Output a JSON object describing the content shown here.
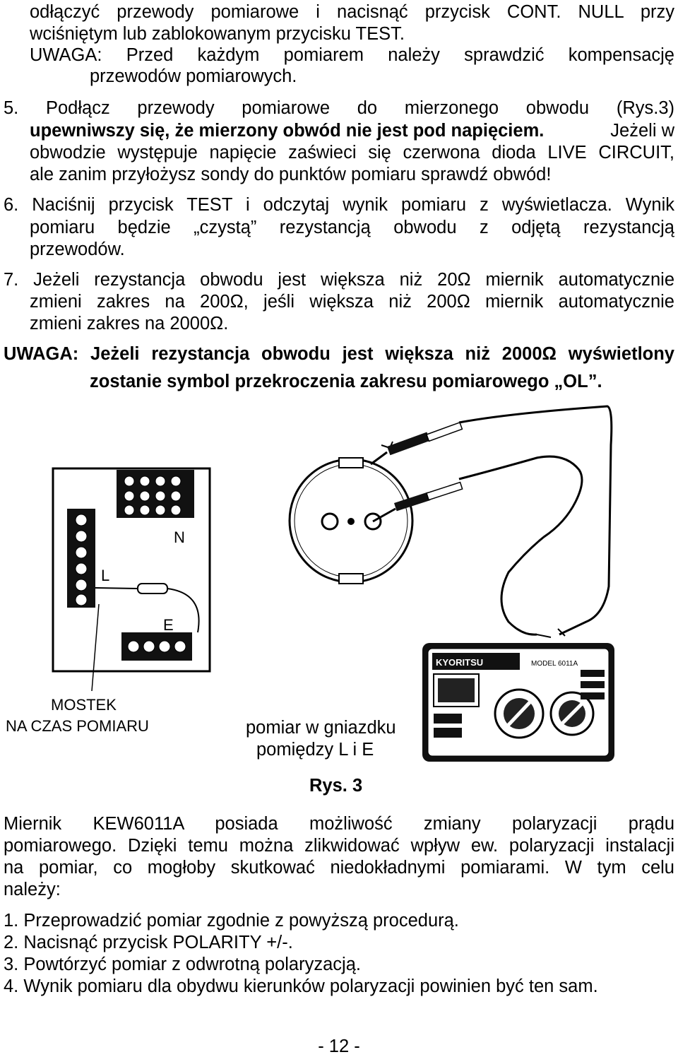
{
  "p4": {
    "line1": "odłączyć przewody pomiarowe i nacisnąć przycisk CONT. NULL przy",
    "line2": "wciśniętym lub zablokowanym przycisku TEST.",
    "note_line1": "UWAGA: Przed każdym pomiarem należy sprawdzić kompensację",
    "note_line2": "przewodów pomiarowych."
  },
  "step5": {
    "line1": "5. Podłącz przewody pomiarowe do mierzonego obwodu (Rys.3)",
    "line2_bold": "upewniwszy się, że mierzony obwód nie jest pod napięciem.",
    "line2_rest": " Jeżeli w",
    "line3": "obwodzie występuje napięcie zaświeci się czerwona dioda LIVE CIRCUIT,",
    "line4": "ale zanim przyłożysz sondy do punktów pomiaru sprawdź obwód!"
  },
  "step6": {
    "line1": "6. Naciśnij przycisk TEST i odczytaj wynik pomiaru z wyświetlacza. Wynik",
    "line2": "pomiaru będzie „czystą” rezystancją obwodu z odjętą rezystancją",
    "line3": "przewodów."
  },
  "step7": {
    "line1": "7. Jeżeli rezystancja obwodu jest większa niż 20Ω miernik automatycznie",
    "line2": "zmieni zakres na 200Ω, jeśli większa niż 200Ω miernik automatycznie",
    "line3": "zmieni zakres na 2000Ω."
  },
  "warning": {
    "line1": "UWAGA: Jeżeli rezystancja obwodu jest większa niż 2000Ω wyświetlony",
    "line2": "zostanie symbol przekroczenia zakresu pomiarowego „OL”."
  },
  "figure": {
    "label_n": "N",
    "label_l": "L",
    "label_e": "E",
    "bridge_line1": "MOSTEK",
    "bridge_line2": "NA CZAS POMIARU",
    "socket_line1": "pomiar w gniazdku",
    "socket_line2": "pomiędzy L i E",
    "caption": "Rys. 3",
    "meter_brand": "KYORITSU",
    "meter_model": "MODEL 6011A"
  },
  "polarity": {
    "line1": "Miernik KEW6011A posiada możliwość zmiany polaryzacji prądu",
    "line2": "pomiarowego. Dzięki temu można zlikwidować wpływ ew. polaryzacji instalacji",
    "line3": "na pomiar, co mogłoby skutkować niedokładnymi pomiarami. W tym celu",
    "line4": "należy:"
  },
  "list": {
    "item1": "1. Przeprowadzić pomiar zgodnie z powyższą procedurą.",
    "item2": "2. Nacisnąć przycisk POLARITY +/-.",
    "item3": "3. Powtórzyć pomiar z odwrotną polaryzacją.",
    "item4": "4. Wynik pomiaru dla obydwu kierunków polaryzacji powinien być ten sam."
  },
  "page_number": "- 12 -"
}
